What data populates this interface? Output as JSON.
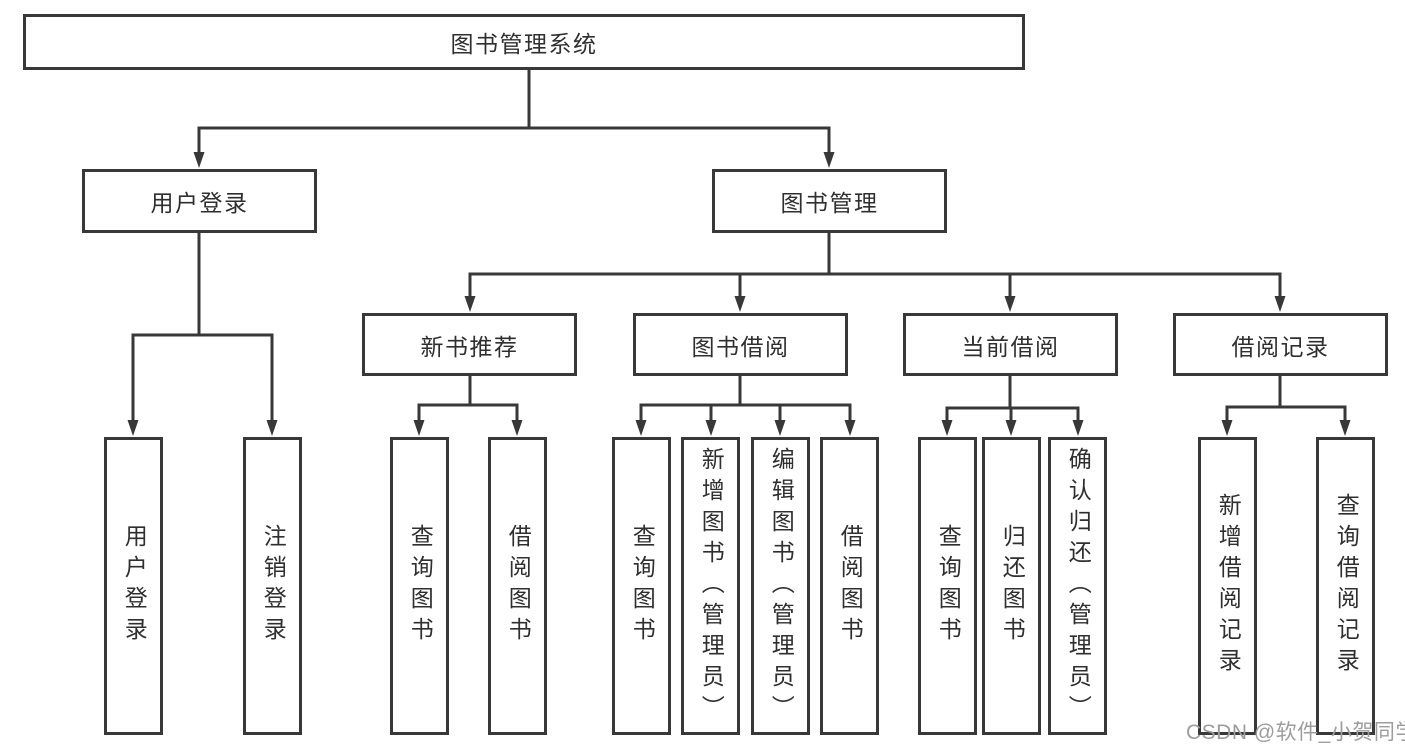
{
  "tree": {
    "root": {
      "label": "图书管理系统"
    },
    "branches": [
      {
        "label": "用户登录",
        "leaves": [
          "用户登录",
          "注销登录"
        ]
      },
      {
        "label": "图书管理",
        "groups": [
          {
            "label": "新书推荐",
            "leaves": [
              "查询图书",
              "借阅图书"
            ]
          },
          {
            "label": "图书借阅",
            "leaves": [
              "查询图书",
              "新增图书（管理员）",
              "编辑图书（管理员）",
              "借阅图书"
            ]
          },
          {
            "label": "当前借阅",
            "leaves": [
              "查询图书",
              "归还图书",
              "确认归还（管理员）"
            ]
          },
          {
            "label": "借阅记录",
            "leaves": [
              "新增借阅记录",
              "查询借阅记录"
            ]
          }
        ]
      }
    ]
  },
  "watermark": {
    "text": "CSDN @软件_小贺同学"
  },
  "colors": {
    "line": "#383838",
    "node_border": "#383838",
    "node_fill": "#ffffff",
    "text": "#2f2f2f",
    "watermark": "#9d9d9d",
    "background": "#ffffff"
  }
}
